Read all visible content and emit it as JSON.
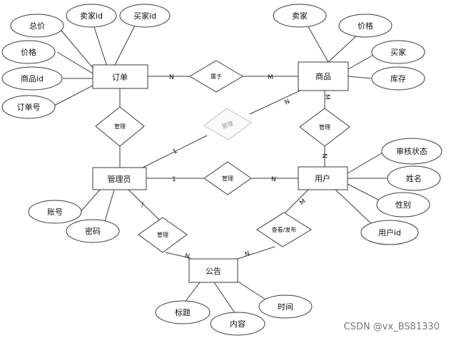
{
  "entities": {
    "order": "订单",
    "product": "商品",
    "admin": "管理员",
    "user": "用户",
    "notice": "公告"
  },
  "attributes": {
    "order_total": "总价",
    "order_seller_id": "卖家id",
    "order_buyer_id": "买家id",
    "order_price": "价格",
    "order_product_id": "商品id",
    "order_no": "订单号",
    "product_seller": "卖家",
    "product_price": "价格",
    "product_buyer": "买家",
    "product_stock": "库存",
    "user_review_status": "审核状态",
    "user_name": "姓名",
    "user_gender": "性别",
    "user_id": "用户id",
    "admin_account": "账号",
    "admin_password": "密码",
    "notice_title": "标题",
    "notice_content": "内容",
    "notice_time": "时间"
  },
  "relationships": {
    "belongs_to": "属于",
    "manage_order": "管理",
    "manage_product": "管理",
    "manage_product_user": "管理",
    "manage_user": "管理",
    "manage_notice": "管理",
    "view_publish": "查看/发布"
  },
  "cardinalities": {
    "order_belongs": "N",
    "belongs_product": "M",
    "product_manage": "M",
    "manage_user_side": "N",
    "admin_manage_product": "1",
    "manage_product_n": "N",
    "admin_manage_user": "1",
    "manage_user_n": "N",
    "admin_manage_notice": "/",
    "manage_notice_n": "N",
    "notice_view": "N",
    "view_user": "M"
  },
  "watermark": "CSDN @vx_BS81330"
}
